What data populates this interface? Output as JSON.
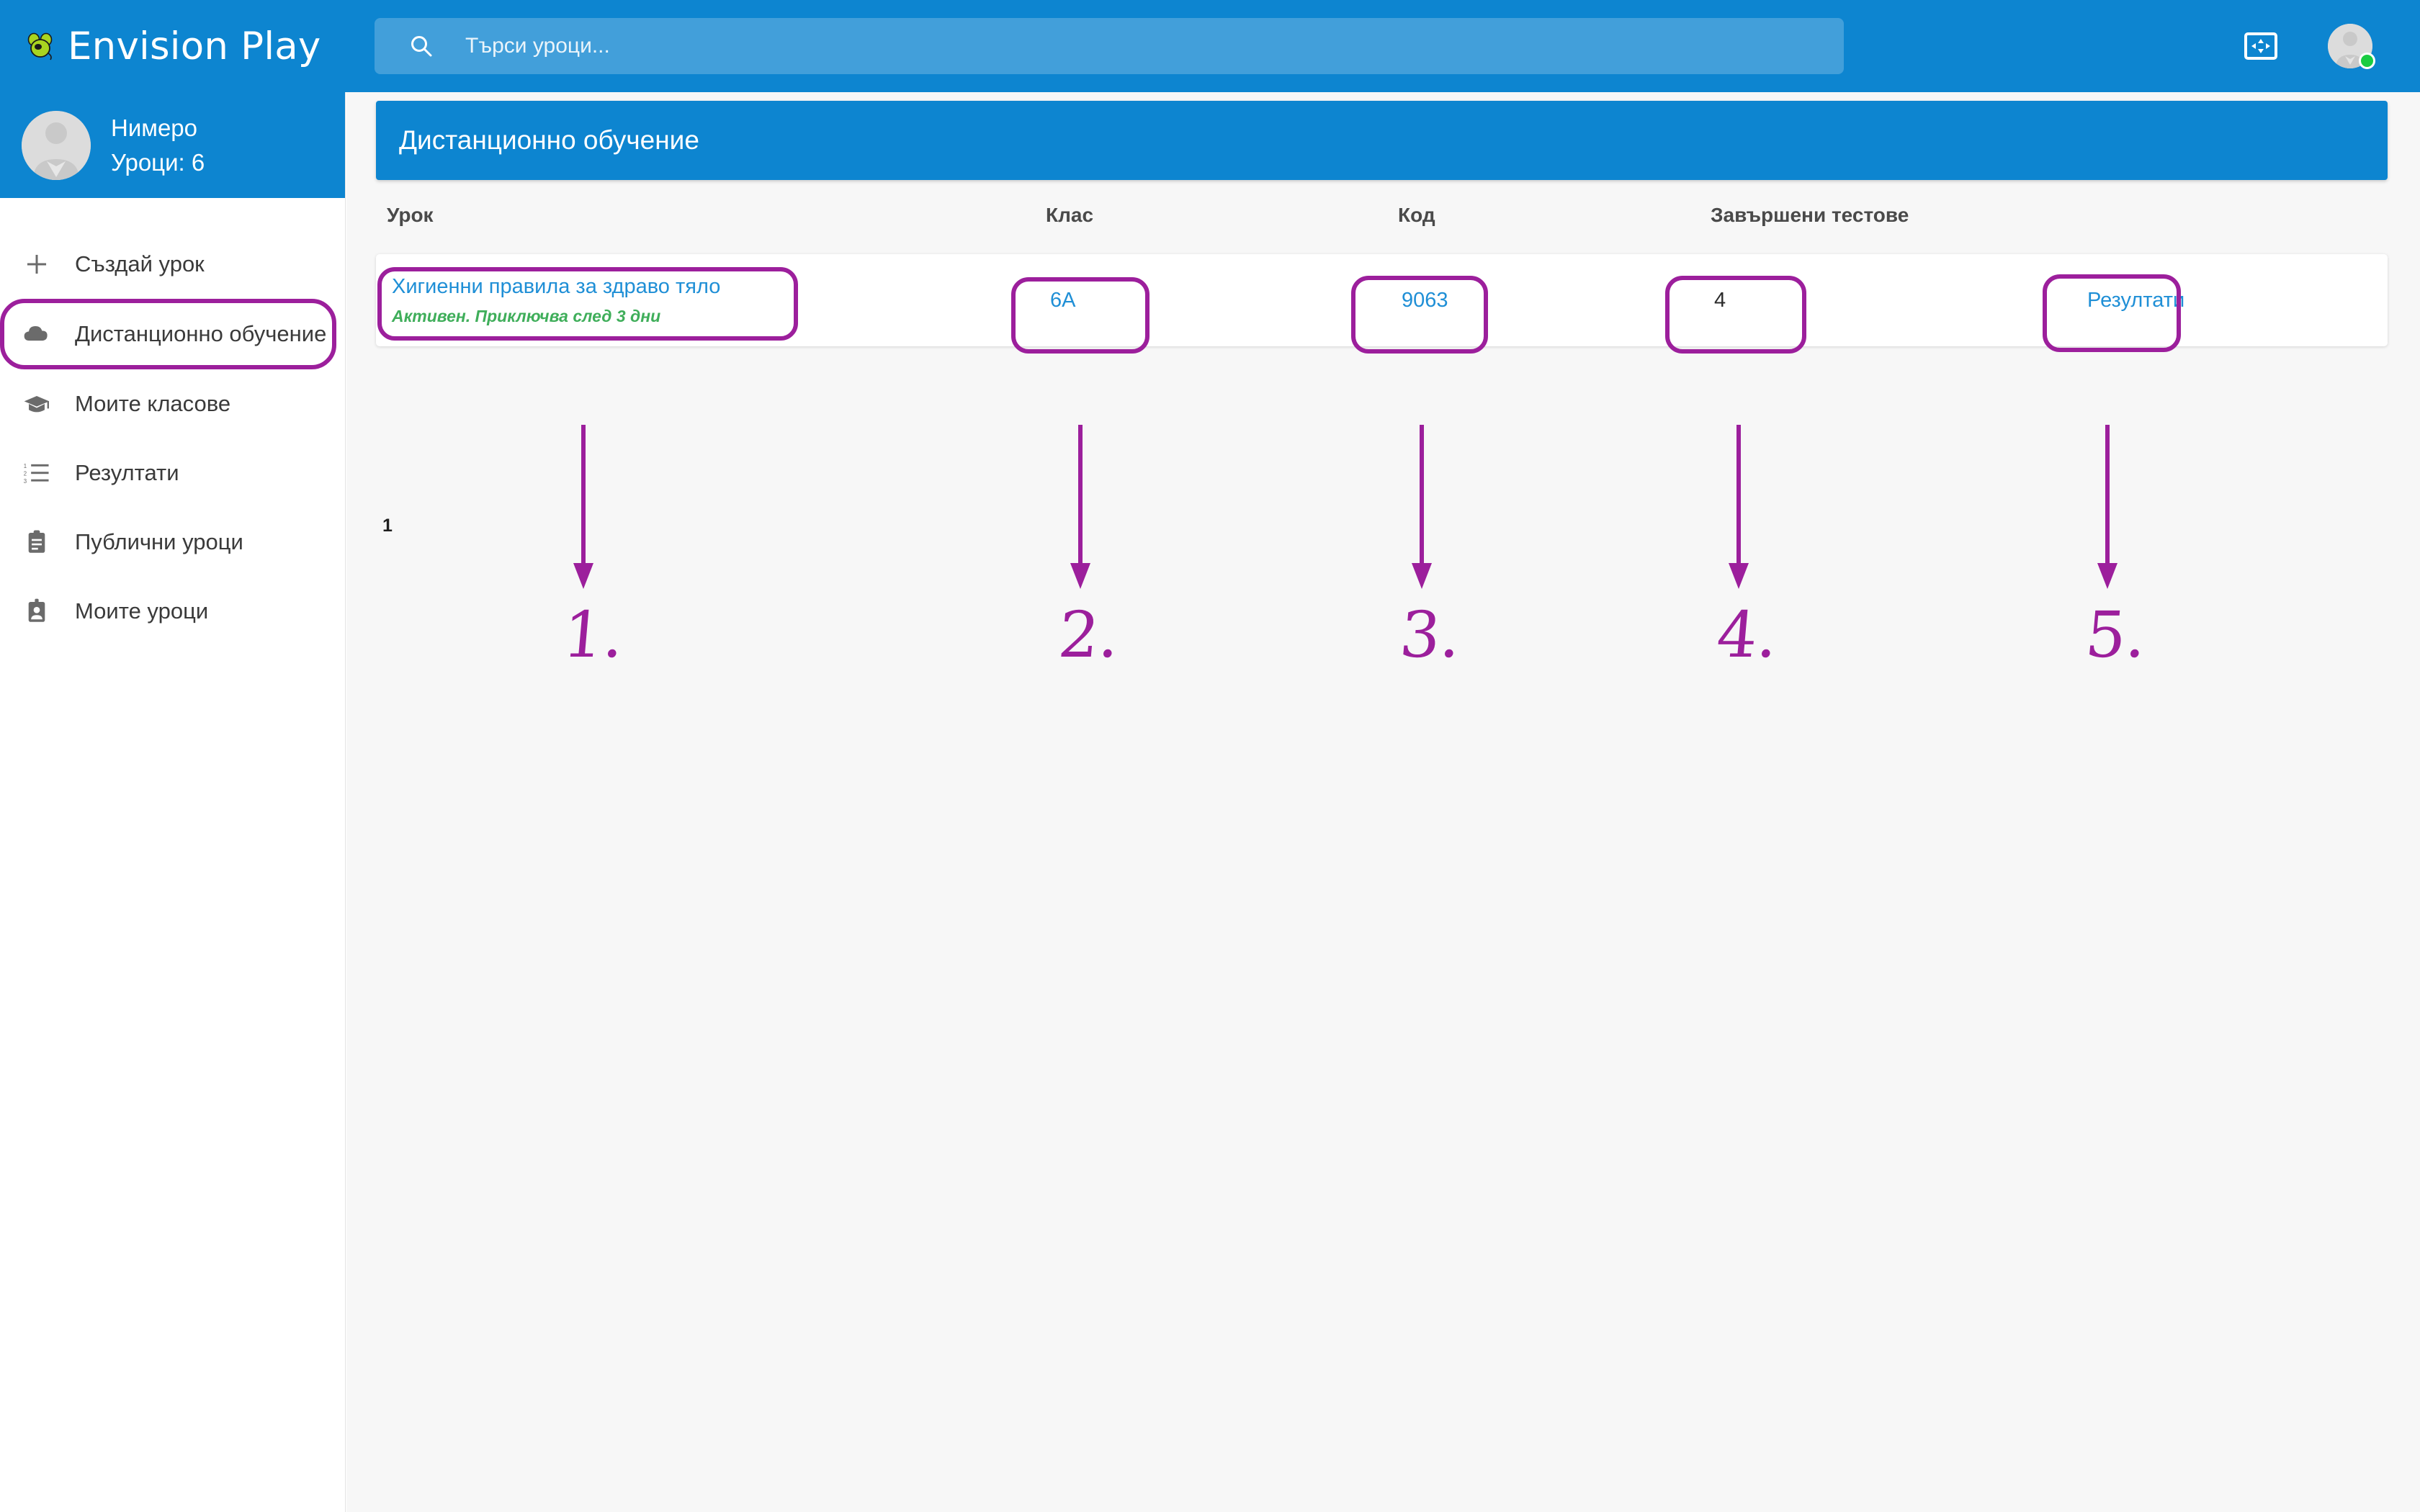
{
  "app": {
    "brand_name": "Envision Play",
    "logo_icon": "mouse-icon"
  },
  "topbar": {
    "search": {
      "icon": "search-icon",
      "placeholder": "Търси уроци...",
      "value": ""
    },
    "fullscreen_icon": "fullscreen-icon",
    "avatar_icon": "avatar",
    "status_badge_color": "#19cc42"
  },
  "sidebar": {
    "profile": {
      "name": "Нимеро",
      "lessons_count_label": "Уроци: 6",
      "avatar_icon": "avatar"
    },
    "items": [
      {
        "label": "Създай урок",
        "icon": "plus-icon",
        "highlighted": false
      },
      {
        "label": "Дистанционно обучение",
        "icon": "cloud-icon",
        "highlighted": true
      },
      {
        "label": "Моите класове",
        "icon": "graduation-cap-icon",
        "highlighted": false
      },
      {
        "label": "Резултати",
        "icon": "list-ordered-icon",
        "highlighted": false
      },
      {
        "label": "Публични уроци",
        "icon": "clipboard-icon",
        "highlighted": false
      },
      {
        "label": "Моите уроци",
        "icon": "id-badge-icon",
        "highlighted": false
      }
    ]
  },
  "main": {
    "page_title": "Дистанционно обучение",
    "table": {
      "columns": [
        "Урок",
        "Клас",
        "Код",
        "Завършени тестове"
      ],
      "rows": [
        {
          "lesson_title": "Хигиенни правила за здраво тяло",
          "lesson_status": "Активен. Приключва след 3 дни",
          "class": "6А",
          "code": "9063",
          "completed_tests": "4",
          "results_link": "Резултати"
        }
      ]
    },
    "pagination": {
      "current_page": "1"
    }
  },
  "annotations": {
    "color": "#9c1f9c",
    "markers": [
      {
        "label": "1."
      },
      {
        "label": "2."
      },
      {
        "label": "3."
      },
      {
        "label": "4."
      },
      {
        "label": "5."
      }
    ]
  }
}
